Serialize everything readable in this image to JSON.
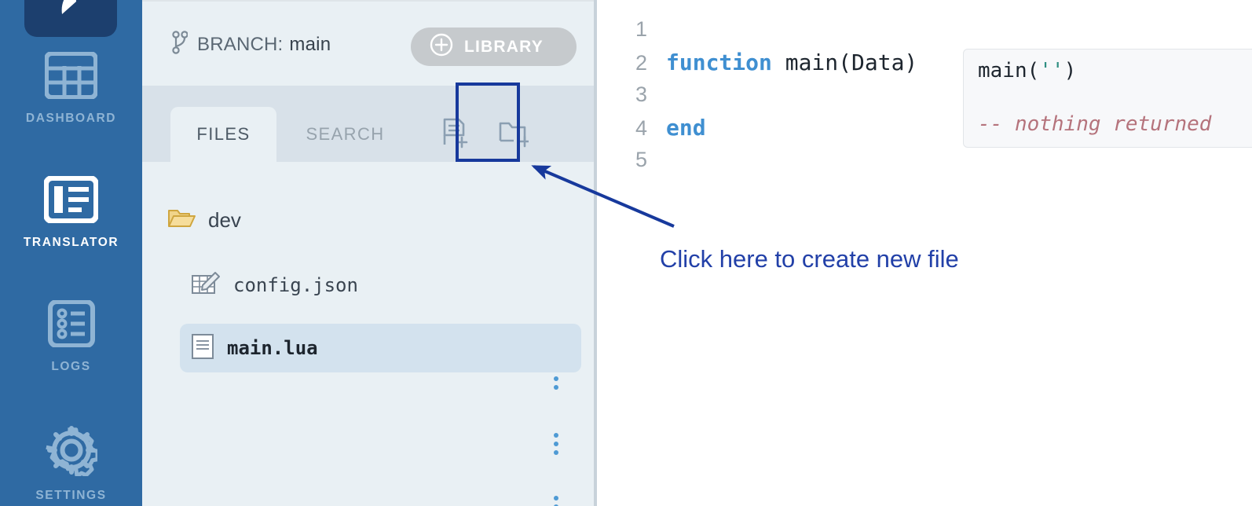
{
  "app": {
    "logo_icon": "brand-logo-icon"
  },
  "sidebar": {
    "items": [
      {
        "label": "DASHBOARD",
        "icon": "table-grid-icon",
        "active": false
      },
      {
        "label": "TRANSLATOR",
        "icon": "translator-panel-icon",
        "active": true
      },
      {
        "label": "LOGS",
        "icon": "list-document-icon",
        "active": false
      },
      {
        "label": "SETTINGS",
        "icon": "gear-icon",
        "active": false
      }
    ]
  },
  "panel": {
    "branch": {
      "icon": "git-branch-icon",
      "prefix": "BRANCH:",
      "name": "main"
    },
    "library_button": {
      "label": "LIBRARY",
      "icon": "plus-circle-icon"
    },
    "tabs": [
      {
        "label": "FILES",
        "active": true
      },
      {
        "label": "SEARCH",
        "active": false
      }
    ],
    "actions": [
      {
        "name": "new-file",
        "icon": "new-file-icon",
        "highlighted": true
      },
      {
        "name": "new-folder",
        "icon": "new-folder-icon",
        "highlighted": false
      }
    ],
    "tree": [
      {
        "label": "dev",
        "icon": "folder-open-icon",
        "type": "folder",
        "indent": 0,
        "selected": false,
        "menu": "kebab-menu-icon"
      },
      {
        "label": "config.json",
        "icon": "table-edit-icon",
        "type": "file",
        "indent": 1,
        "selected": false,
        "menu": "kebab-menu-icon"
      },
      {
        "label": "main.lua",
        "icon": "file-lines-icon",
        "type": "file",
        "indent": 1,
        "selected": true,
        "menu": "kebab-menu-icon"
      }
    ]
  },
  "editor": {
    "lines": [
      {
        "no": "1",
        "segments": []
      },
      {
        "no": "2",
        "segments": [
          {
            "t": "function",
            "k": true
          },
          {
            "t": " main(Data)",
            "k": false
          }
        ]
      },
      {
        "no": "3",
        "segments": []
      },
      {
        "no": "4",
        "segments": [
          {
            "t": "end",
            "k": true
          }
        ]
      },
      {
        "no": "5",
        "segments": []
      }
    ],
    "eval_panel": {
      "call_prefix": "main(",
      "call_string": "''",
      "call_suffix": ")",
      "comment": "-- nothing returned"
    }
  },
  "annotation": {
    "text": "Click here to create new file",
    "color": "#2240a8"
  },
  "colors": {
    "rail_bg": "#2f6aa3",
    "rail_logo_bg": "#1c3f6e",
    "panel_bg": "#e9f0f4",
    "tabstrip_bg": "#d8e1e9",
    "selected_row_bg": "#d3e2ee",
    "library_btn_bg": "#c6cacd",
    "highlight_border": "#17399c",
    "keyword": "#3f8fd1",
    "comment": "#b5737c",
    "string": "#2f8f82",
    "kebab_dot": "#4e9ad4"
  }
}
